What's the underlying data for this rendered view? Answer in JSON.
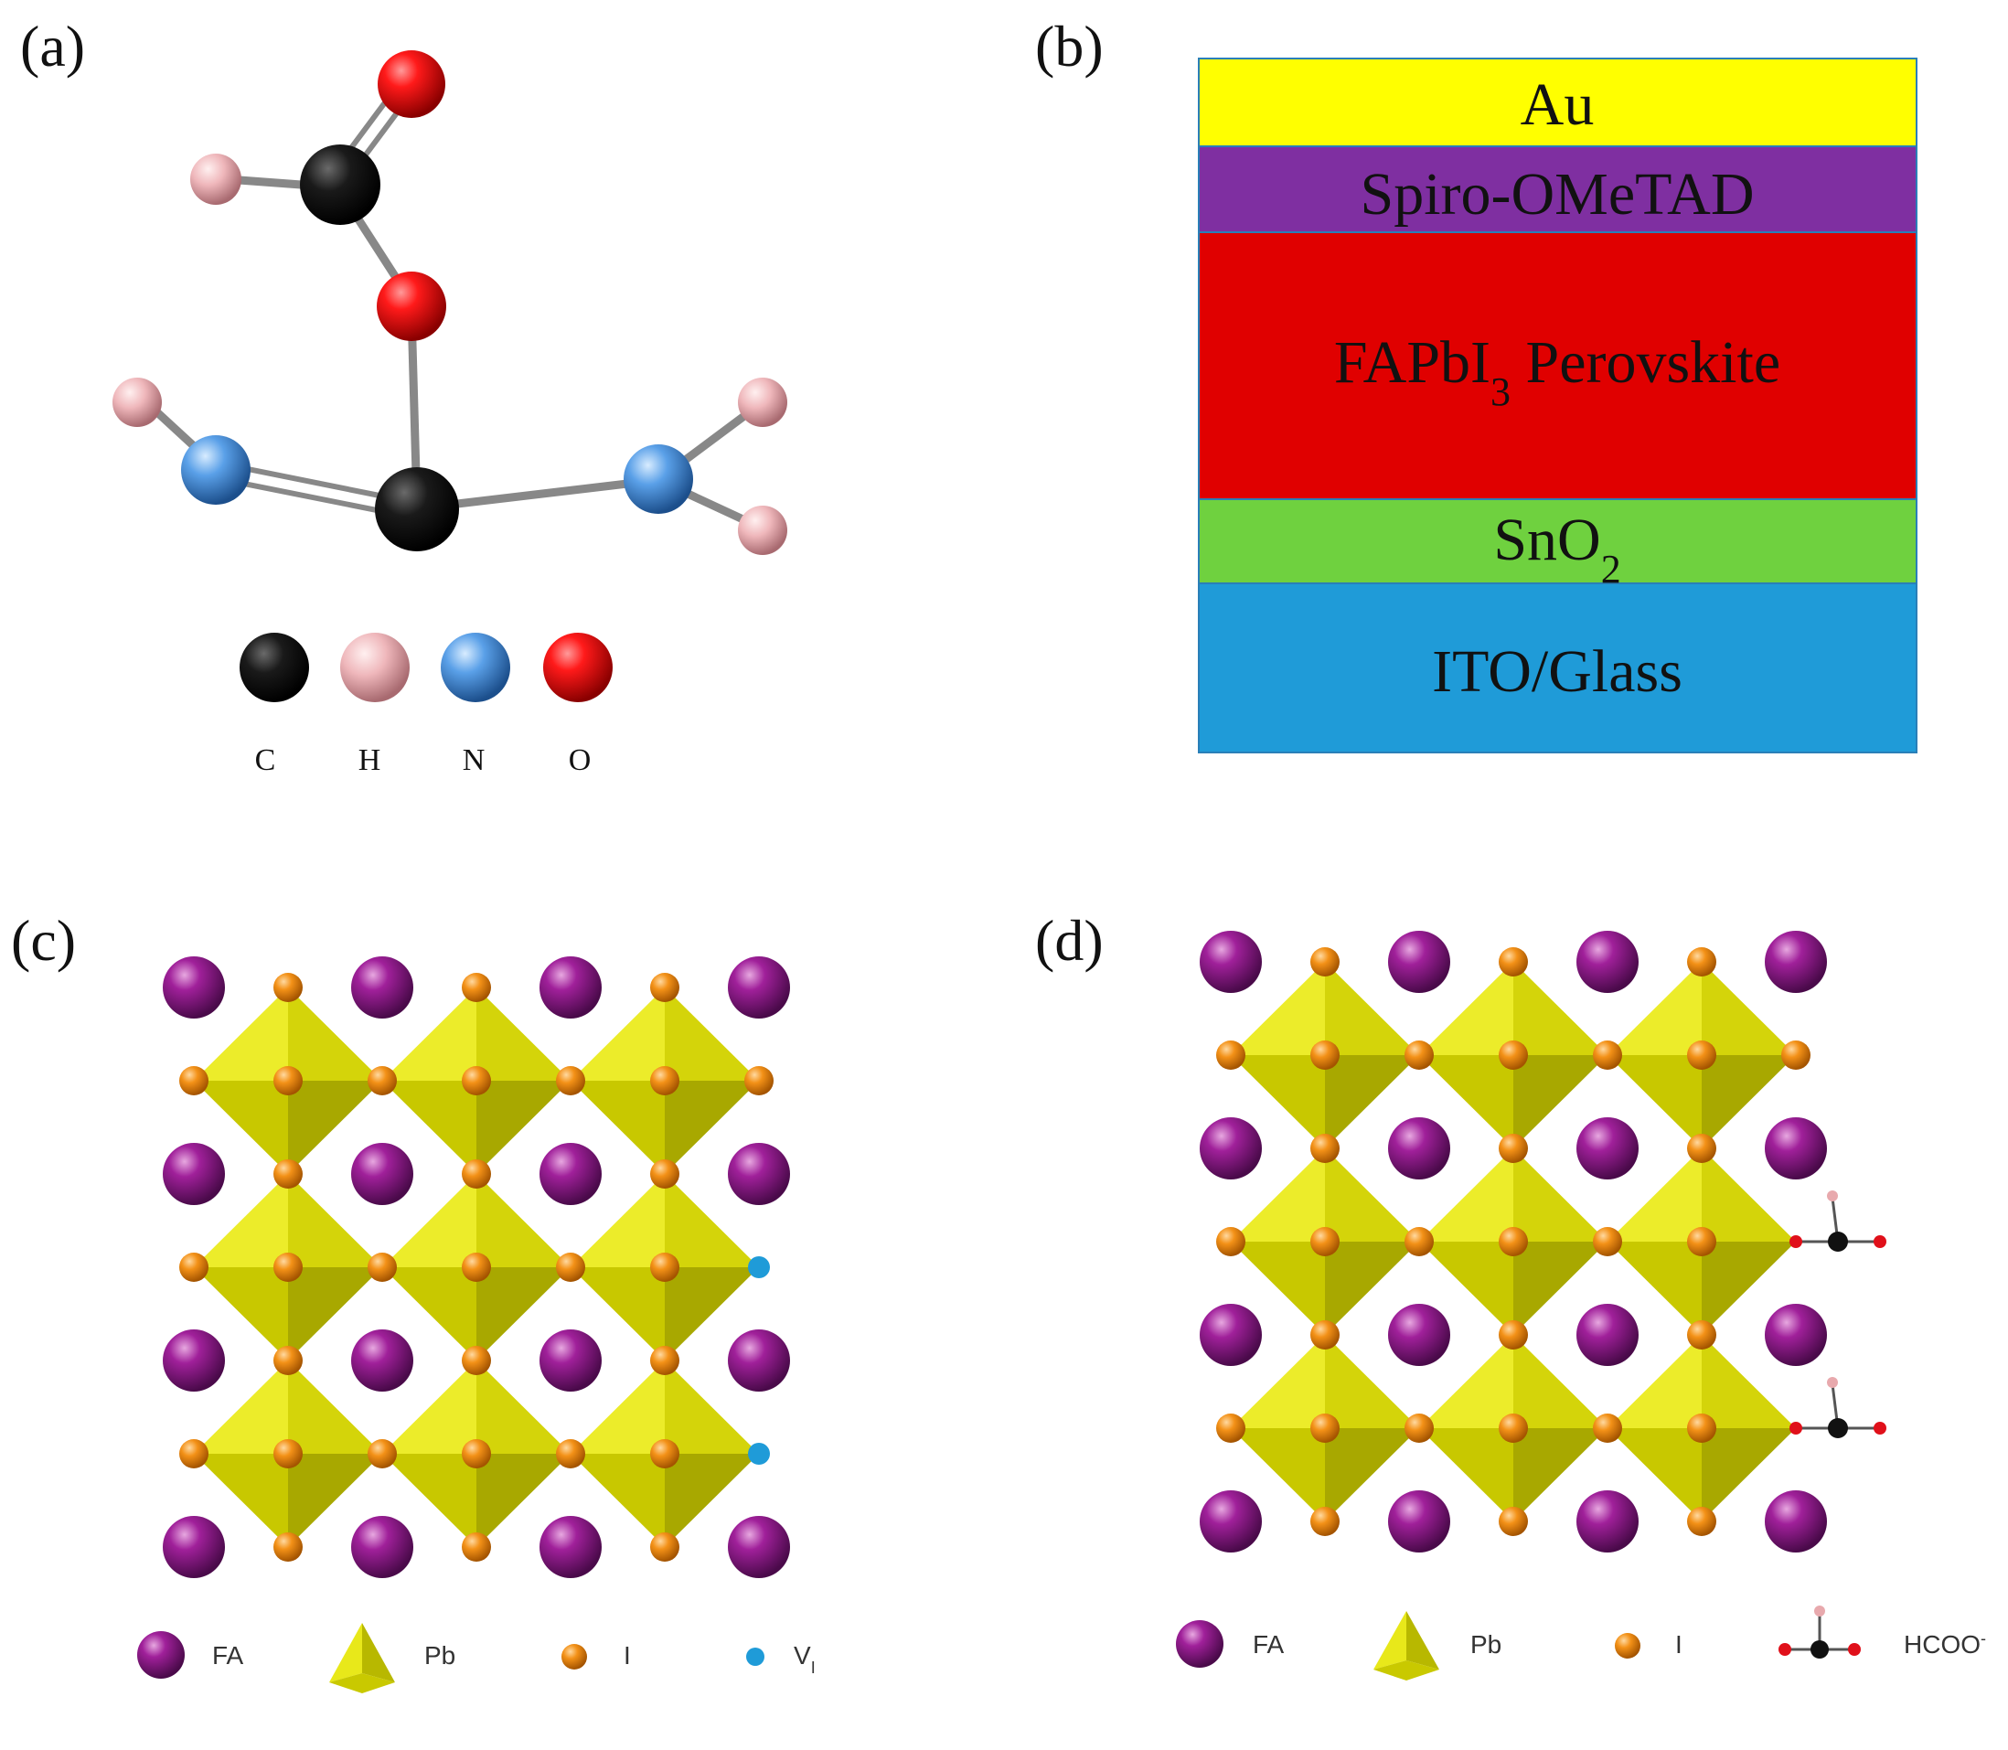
{
  "panels": {
    "a": {
      "label": "(a)",
      "legend": [
        {
          "symbol": "C",
          "color": "#111111"
        },
        {
          "symbol": "H",
          "color": "#e8a9ad"
        },
        {
          "symbol": "N",
          "color": "#4a8fd8"
        },
        {
          "symbol": "O",
          "color": "#e0101a"
        }
      ]
    },
    "b": {
      "label": "(b)",
      "layers": [
        {
          "name": "Au",
          "color": "#ffff00"
        },
        {
          "name": "Spiro-OMeTAD",
          "color": "#7f2fa1"
        },
        {
          "name": "FAPbI",
          "subscript": "3",
          "suffix": " Perovskite",
          "color": "#e00000"
        },
        {
          "name": "SnO",
          "subscript": "2",
          "suffix": "",
          "color": "#6fd13f"
        },
        {
          "name": "ITO/Glass",
          "color": "#1f9bd8"
        }
      ]
    },
    "c": {
      "label": "(c)",
      "legend": {
        "fa": "FA",
        "pb": "Pb",
        "i": "I",
        "vacancy": "V",
        "vacancy_sub": "I"
      }
    },
    "d": {
      "label": "(d)",
      "legend": {
        "fa": "FA",
        "pb": "Pb",
        "i": "I",
        "formate": "HCOO",
        "formate_sup": "-"
      }
    }
  },
  "colors": {
    "fa": "#9c1f8c",
    "iodine": "#f08a12",
    "octahedron_light": "#e8e81a",
    "octahedron_dark": "#b8b800",
    "vacancy": "#1f9bd8",
    "carbon": "#111111",
    "oxygen": "#e0101a",
    "hydrogen": "#e8a9ad"
  }
}
